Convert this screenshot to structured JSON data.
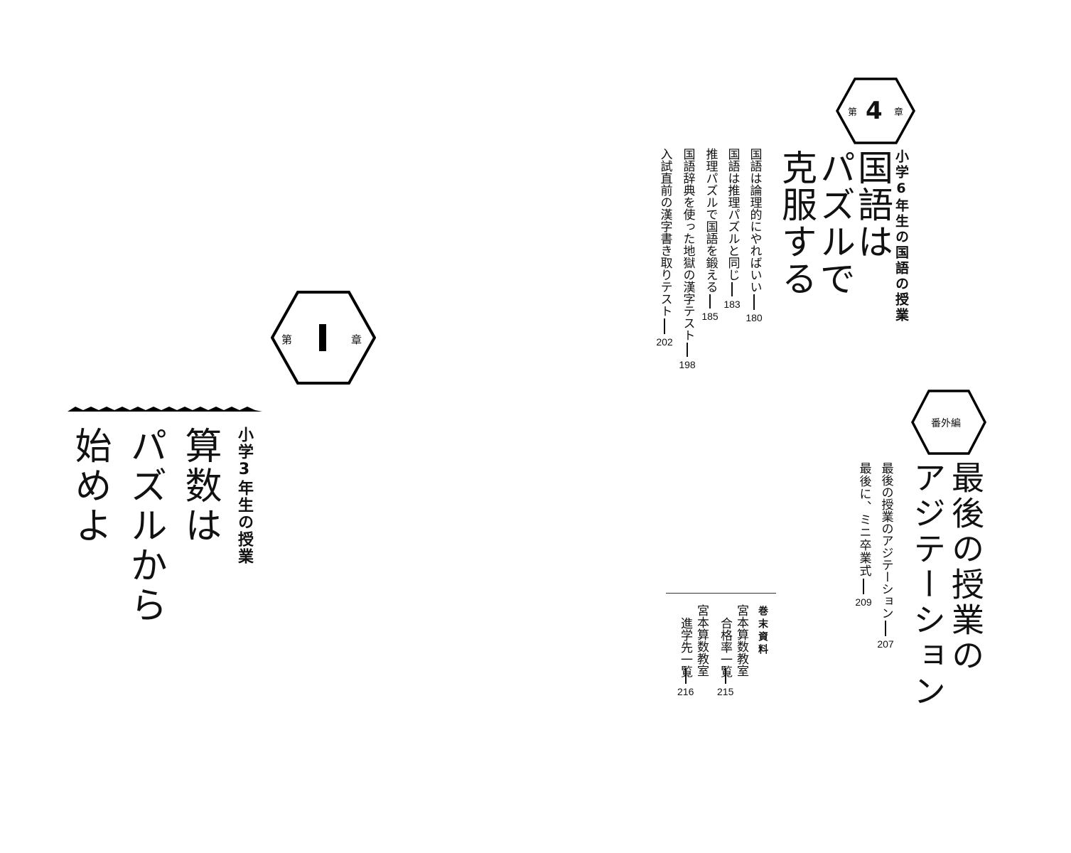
{
  "chapter1": {
    "label_prefix": "第",
    "number": "I",
    "label_suffix": "章",
    "subtitle": "小学3年生の授業",
    "title_lines": [
      "算数は",
      "パズルから",
      "始めよ"
    ]
  },
  "chapter4": {
    "label_prefix": "第",
    "number": "4",
    "label_suffix": "章",
    "subtitle": "小学6年生の国語の授業",
    "title_lines": [
      "国語は",
      "パズルで",
      "克服する"
    ],
    "entries": [
      {
        "text": "国語は論理的にやればいい",
        "page": "180"
      },
      {
        "text": "国語は推理パズルと同じ",
        "page": "183"
      },
      {
        "text": "推理パズルで国語を鍛える",
        "page": "185"
      },
      {
        "text": "国語辞典を使った地獄の漢字テスト",
        "page": "198"
      },
      {
        "text": "入試直前の漢字書き取りテスト",
        "page": "202"
      }
    ]
  },
  "extra": {
    "label": "番外編",
    "title_lines": [
      "最後の授業の",
      "アジテーション"
    ],
    "entries": [
      {
        "text": "最後の授業のアジテーション",
        "page": "207"
      },
      {
        "text": "最後に、ミニ卒業式",
        "page": "209"
      }
    ]
  },
  "appendix": {
    "heading": "巻末資料",
    "entries": [
      {
        "text_lines": [
          "宮本算数教室",
          "合格率一覧"
        ],
        "page": "215"
      },
      {
        "text_lines": [
          "宮本算数教室",
          "進学先一覧"
        ],
        "page": "216"
      }
    ]
  }
}
